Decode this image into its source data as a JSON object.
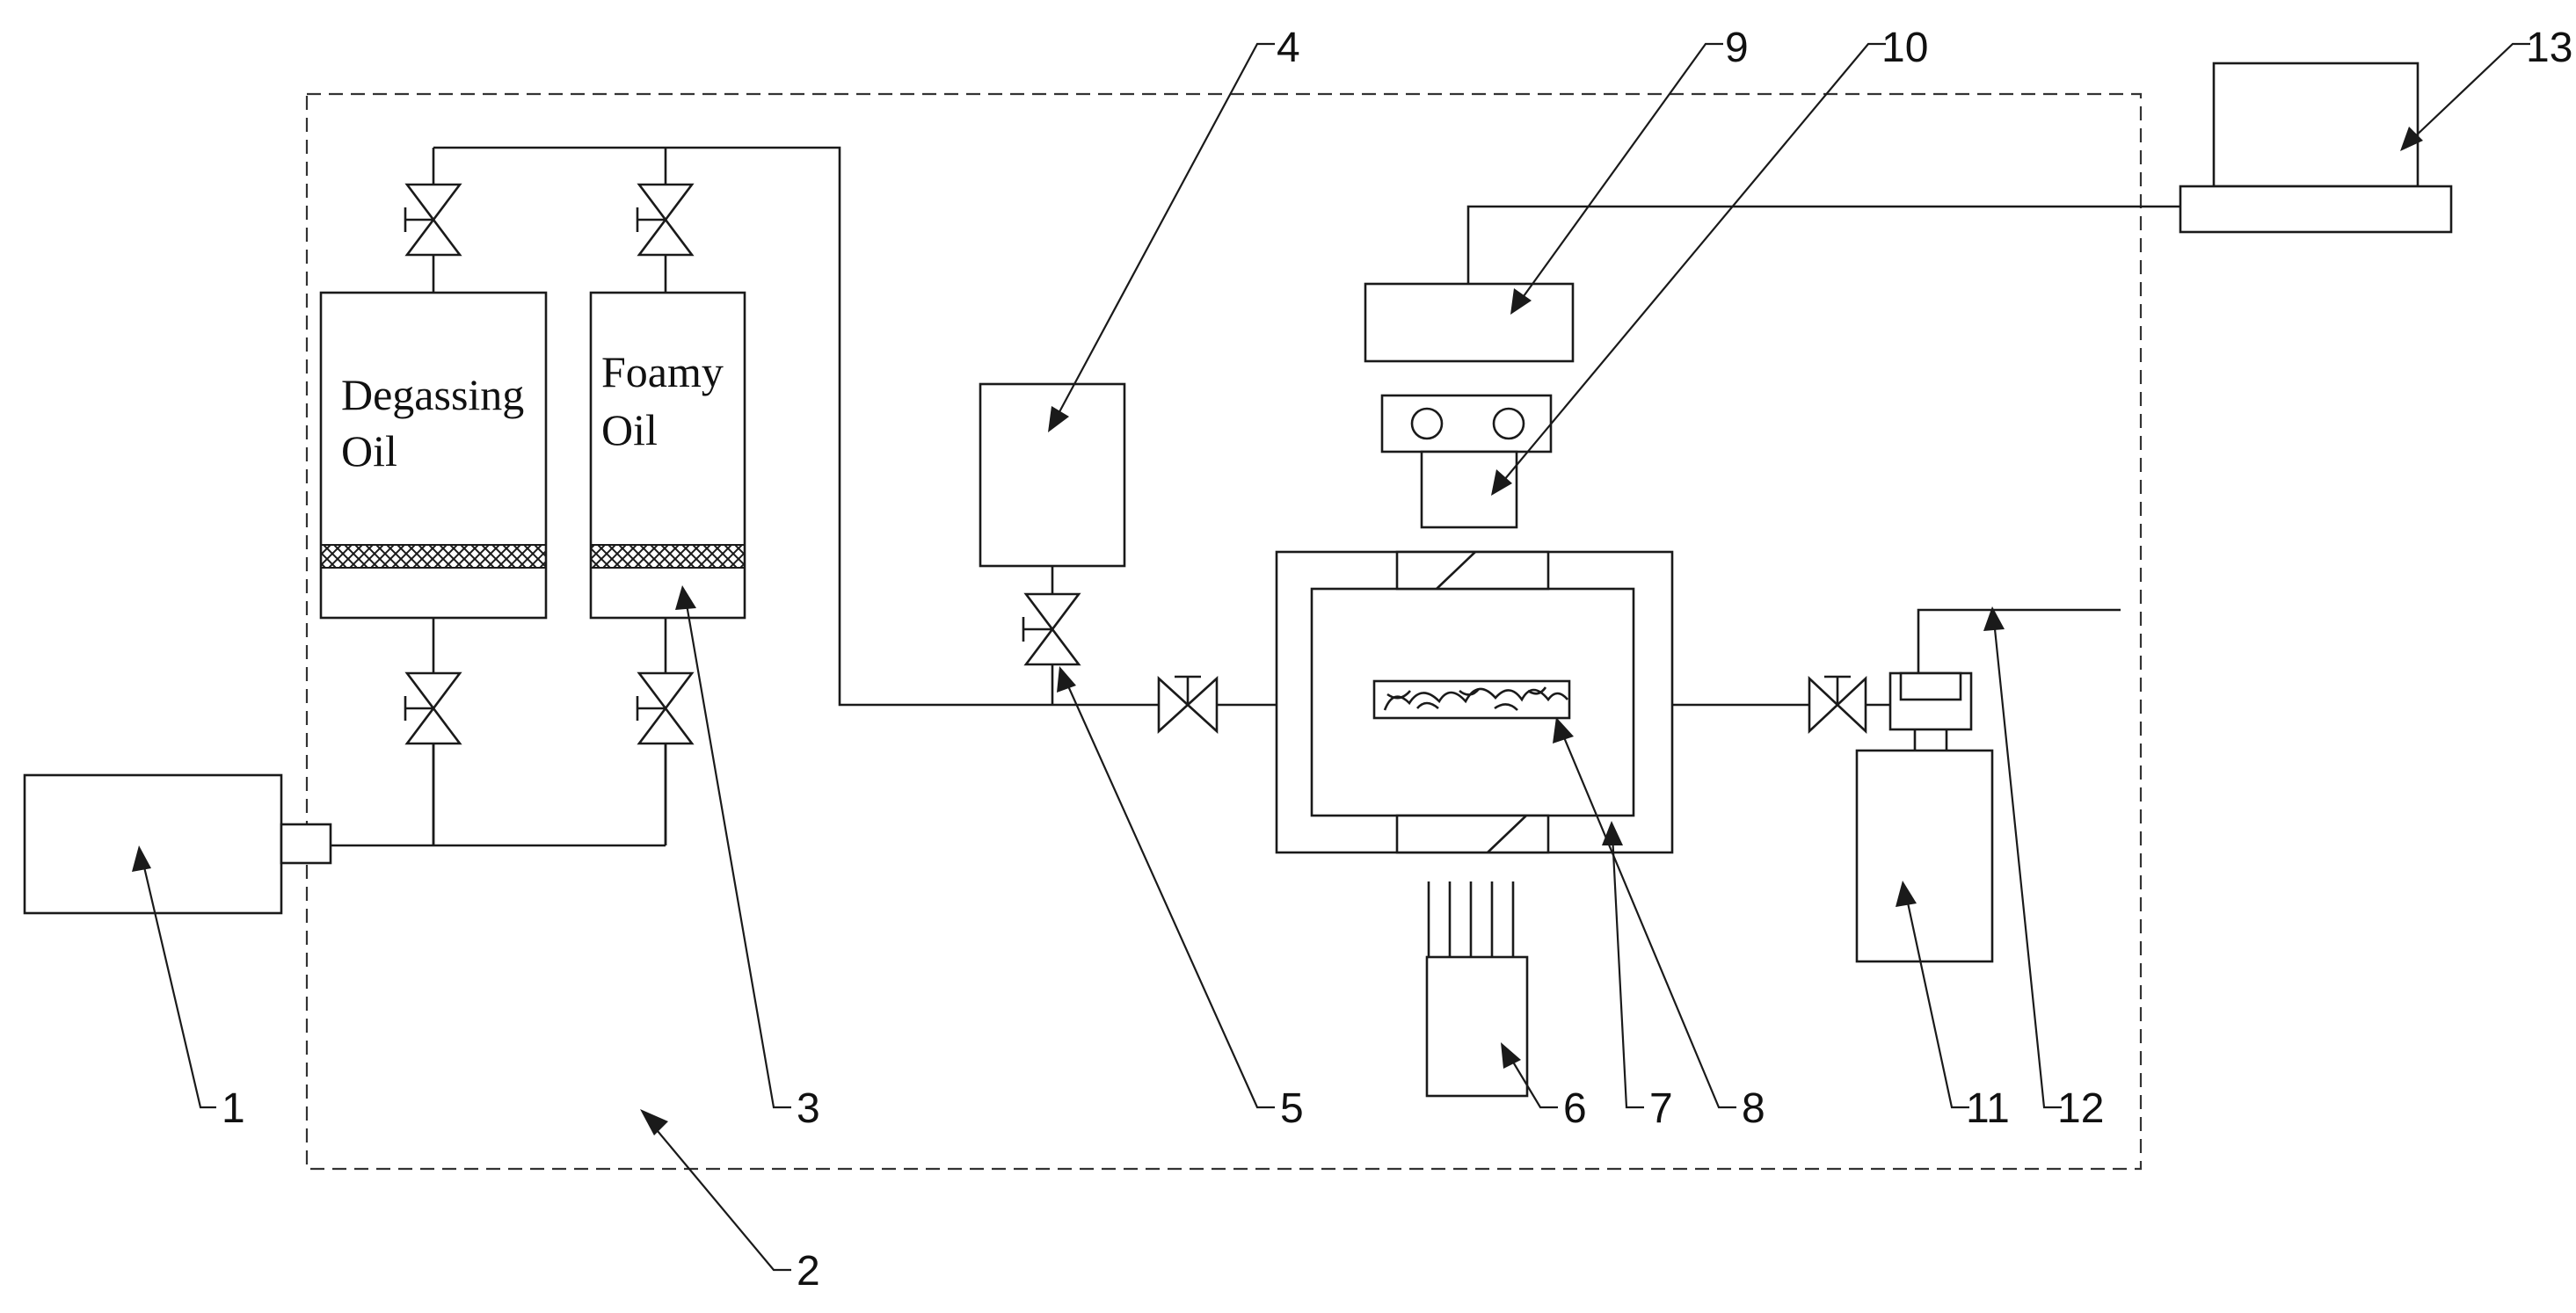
{
  "tanks": {
    "degassing_line1": "Degassing",
    "degassing_line2": "Oil",
    "foamy_line1": "Foamy",
    "foamy_line2": "Oil"
  },
  "labels": {
    "n1": "1",
    "n2": "2",
    "n3": "3",
    "n4": "4",
    "n5": "5",
    "n6": "6",
    "n7": "7",
    "n8": "8",
    "n9": "9",
    "n10": "10",
    "n11": "11",
    "n12": "12",
    "n13": "13"
  }
}
